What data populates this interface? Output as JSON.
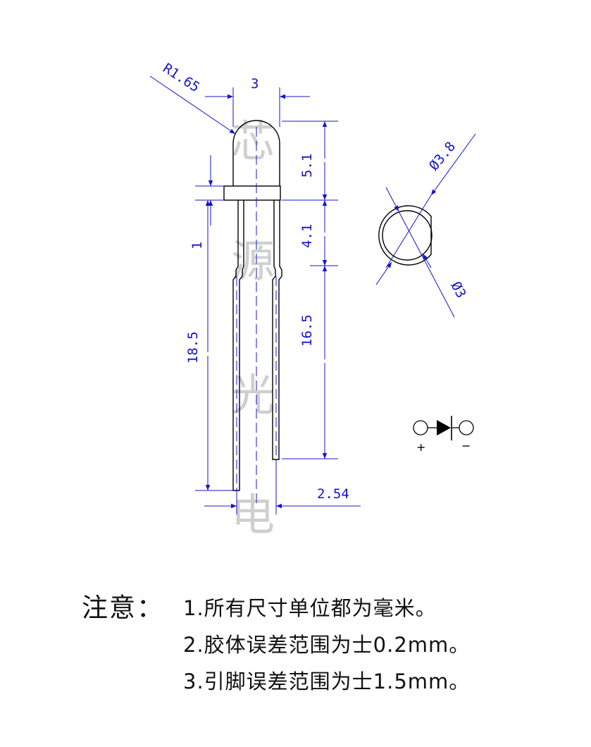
{
  "dimensions": {
    "radius": "R1.65",
    "body_width": "3",
    "dome_height": "5.1",
    "flange_thickness": "1",
    "body_to_standoff": "4.1",
    "long_lead": "18.5",
    "short_lead": "16.5",
    "lead_pitch": "2.54",
    "outer_diameter": "Ø3.8",
    "inner_diameter": "Ø3"
  },
  "watermark": [
    "芯",
    "源",
    "光",
    "电"
  ],
  "symbol": {
    "anode": "+",
    "cathode": "−"
  },
  "notes": {
    "label": "注意：",
    "items": [
      "1.所有尺寸单位都为毫米。",
      "2.胶体误差范围为士0.2mm。",
      "3.引脚误差范围为士1.5mm。"
    ]
  },
  "colors": {
    "dimension": "#1414c8",
    "outline": "#000000",
    "watermark": "#cfcfcf"
  }
}
